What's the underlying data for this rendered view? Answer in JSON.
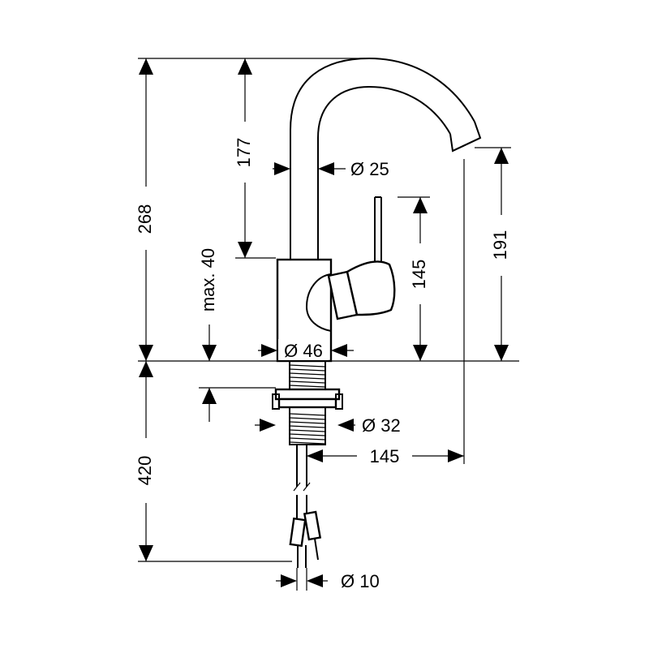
{
  "dimensions": {
    "total_height": "268",
    "spout_height": "177",
    "spout_diameter": "Ø 25",
    "lever_height": "145",
    "outlet_height": "191",
    "max_thickness": "max. 40",
    "base_diameter": "Ø 46",
    "thread_diameter": "Ø 32",
    "reach": "145",
    "hose_length": "420",
    "hose_diameter": "Ø 10"
  },
  "colors": {
    "line": "#000000",
    "background": "#ffffff"
  }
}
